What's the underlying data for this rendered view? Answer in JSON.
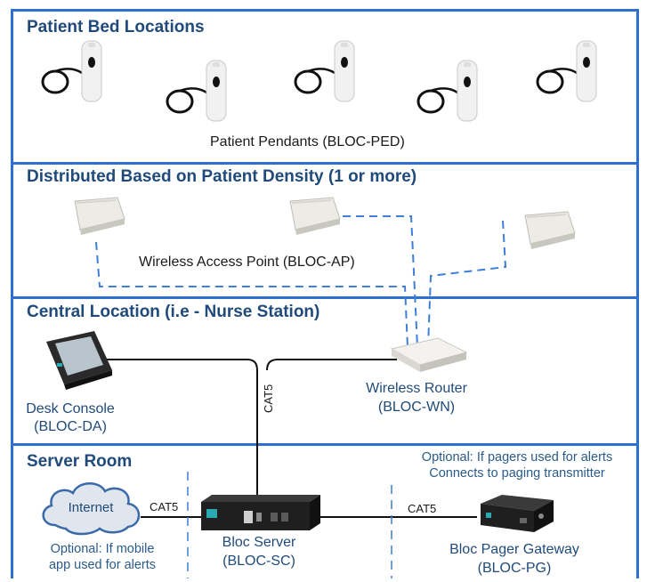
{
  "sections": {
    "patient_bed": "Patient Bed Locations",
    "distributed": "Distributed Based on Patient Density (1 or more)",
    "central": "Central Location (i.e - Nurse Station)",
    "server_room": "Server Room"
  },
  "labels": {
    "pendants": "Patient Pendants (BLOC-PED)",
    "access_point": "Wireless Access Point (BLOC-AP)",
    "router_name": "Wireless Router",
    "router_code": "(BLOC-WN)",
    "console_name": "Desk Console",
    "console_code": "(BLOC-DA)",
    "cat5_vertical": "CAT5",
    "cat5_internet": "CAT5",
    "cat5_pager": "CAT5",
    "internet": "Internet",
    "server_name": "Bloc Server",
    "server_code": "(BLOC-SC)",
    "pager_name": "Bloc Pager Gateway",
    "pager_code": "(BLOC-PG)",
    "optional_mobile_1": "Optional: If mobile",
    "optional_mobile_2": "app used for alerts",
    "optional_pager_1": "Optional: If pagers used for alerts",
    "optional_pager_2": "Connects to paging transmitter"
  },
  "colors": {
    "border": "#2e6fcf",
    "title": "#1f4a7a",
    "dashed": "#3f7fd9"
  }
}
